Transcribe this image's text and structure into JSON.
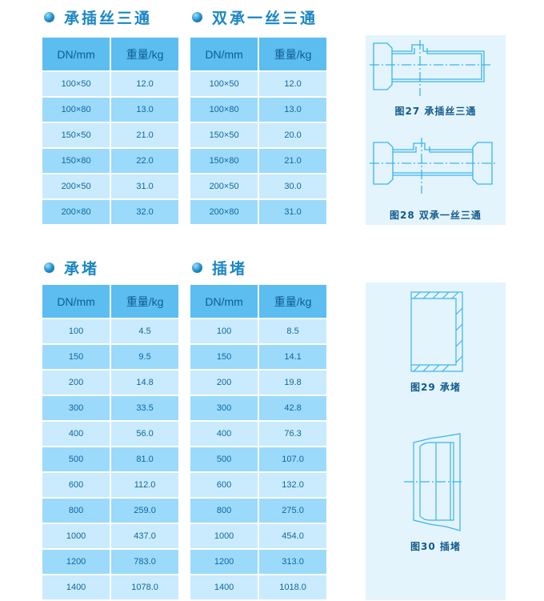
{
  "sections": [
    {
      "title": "承插丝三通",
      "headers": [
        "DN/mm",
        "重量/kg"
      ],
      "rows": [
        [
          "100×50",
          "12.0"
        ],
        [
          "100×80",
          "13.0"
        ],
        [
          "150×50",
          "21.0"
        ],
        [
          "150×80",
          "22.0"
        ],
        [
          "200×50",
          "31.0"
        ],
        [
          "200×80",
          "32.0"
        ]
      ]
    },
    {
      "title": "双承一丝三通",
      "headers": [
        "DN/mm",
        "重量/kg"
      ],
      "rows": [
        [
          "100×50",
          "12.0"
        ],
        [
          "100×80",
          "13.0"
        ],
        [
          "150×50",
          "20.0"
        ],
        [
          "150×80",
          "21.0"
        ],
        [
          "200×50",
          "30.0"
        ],
        [
          "200×80",
          "31.0"
        ]
      ]
    },
    {
      "title": "承堵",
      "headers": [
        "DN/mm",
        "重量/kg"
      ],
      "rows": [
        [
          "100",
          "4.5"
        ],
        [
          "150",
          "9.5"
        ],
        [
          "200",
          "14.8"
        ],
        [
          "300",
          "33.5"
        ],
        [
          "400",
          "56.0"
        ],
        [
          "500",
          "81.0"
        ],
        [
          "600",
          "112.0"
        ],
        [
          "800",
          "259.0"
        ],
        [
          "1000",
          "437.0"
        ],
        [
          "1200",
          "783.0"
        ],
        [
          "1400",
          "1078.0"
        ]
      ]
    },
    {
      "title": "插堵",
      "headers": [
        "DN/mm",
        "重量/kg"
      ],
      "rows": [
        [
          "100",
          "8.5"
        ],
        [
          "150",
          "14.1"
        ],
        [
          "200",
          "19.8"
        ],
        [
          "300",
          "42.8"
        ],
        [
          "400",
          "76.3"
        ],
        [
          "500",
          "107.0"
        ],
        [
          "600",
          "132.0"
        ],
        [
          "800",
          "275.0"
        ],
        [
          "1000",
          "454.0"
        ],
        [
          "1200",
          "313.0"
        ],
        [
          "1400",
          "1018.0"
        ]
      ]
    }
  ],
  "figures": [
    "图27  承插丝三通",
    "图28  双承一丝三通",
    "图29  承堵",
    "图30  插堵"
  ]
}
